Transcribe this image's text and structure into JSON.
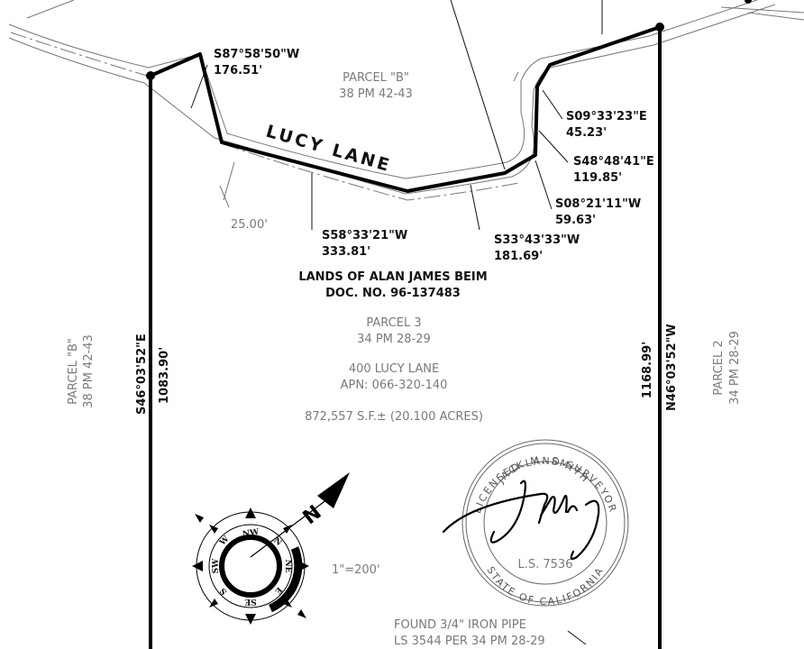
{
  "road": {
    "name": "LUCY LANE",
    "width_label": "25.00'"
  },
  "courses": [
    {
      "bearing": "S87°58'50\"W",
      "distance": "176.51'"
    },
    {
      "bearing": "S58°33'21\"W",
      "distance": "333.81'"
    },
    {
      "bearing": "S33°43'33\"W",
      "distance": "181.69'"
    },
    {
      "bearing": "S08°21'11\"W",
      "distance": "59.63'"
    },
    {
      "bearing": "S48°48'41\"E",
      "distance": "119.85'"
    },
    {
      "bearing": "S09°33'23\"E",
      "distance": "45.23'"
    }
  ],
  "west_line": {
    "bearing": "S46°03'52\"E",
    "distance": "1083.90'"
  },
  "east_line": {
    "bearing": "N46°03'52\"W",
    "distance": "1168.99'"
  },
  "parcel_b_north": {
    "name": "PARCEL \"B\"",
    "ref": "38 PM 42-43"
  },
  "parcel_b_west": {
    "name": "PARCEL \"B\"",
    "ref": "38 PM 42-43"
  },
  "parcel_2": {
    "name": "PARCEL 2",
    "ref": "34 PM 28-29"
  },
  "subject": {
    "owner": "LANDS OF ALAN JAMES BEIM",
    "doc": "DOC. NO. 96-137483",
    "parcel": "PARCEL 3",
    "parcel_ref": "34 PM 28-29",
    "address": "400 LUCY LANE",
    "apn": "APN: 066-320-140",
    "area": "872,557 S.F.± (20.100 ACRES)"
  },
  "scale": "1\"=200'",
  "compass": {
    "labels": [
      "N",
      "NE",
      "E",
      "SE",
      "S",
      "SW",
      "W",
      "NW"
    ]
  },
  "seal": {
    "top_text": "LICENSED LAND SURVEYOR",
    "name": "JACK M. SMITH",
    "license": "L.S. 7536",
    "bottom_text": "STATE OF CALIFORNIA"
  },
  "monument": {
    "line1": "FOUND 3/4\" IRON PIPE",
    "line2": "LS 3544 PER 34 PM 28-29"
  }
}
